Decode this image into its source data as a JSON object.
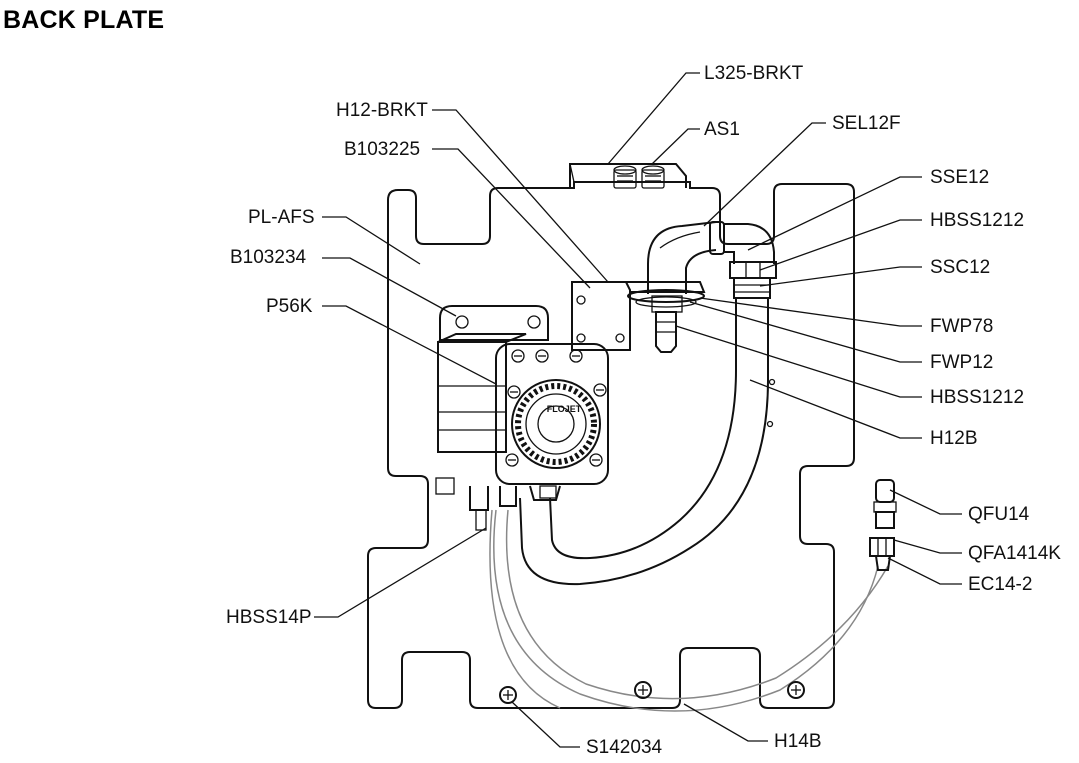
{
  "title": "BACK PLATE",
  "parts": {
    "L325_BRKT": "L325-BRKT",
    "AS1": "AS1",
    "H12_BRKT": "H12-BRKT",
    "SEL12F": "SEL12F",
    "B103225": "B103225",
    "SSE12": "SSE12",
    "PL_AFS": "PL-AFS",
    "HBSS1212_a": "HBSS1212",
    "B103234": "B103234",
    "SSC12": "SSC12",
    "P56K": "P56K",
    "FWP78": "FWP78",
    "FWP12": "FWP12",
    "HBSS1212_b": "HBSS1212",
    "H12B": "H12B",
    "QFU14": "QFU14",
    "QFA1414K": "QFA1414K",
    "EC14_2": "EC14-2",
    "HBSS14P": "HBSS14P",
    "S142034": "S142034",
    "H14B": "H14B"
  },
  "pump_brand": "FLOJET"
}
